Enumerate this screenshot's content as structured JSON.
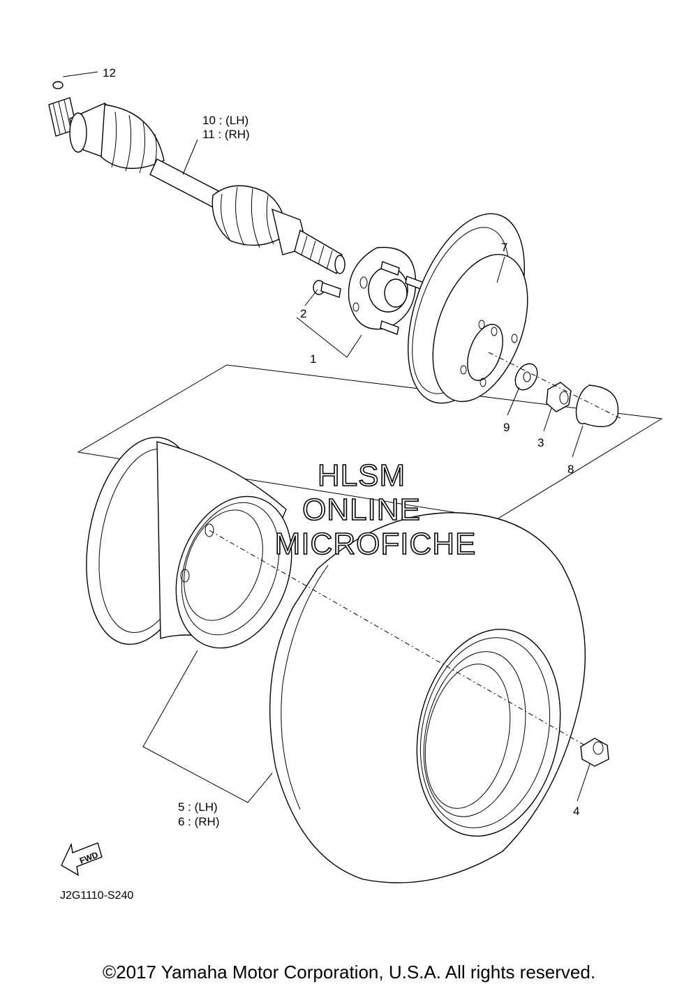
{
  "callouts": {
    "p1": "1",
    "p2": "2",
    "p3": "3",
    "p4": "4",
    "p5": "5 : (LH)",
    "p6": "6 : (RH)",
    "p7": "7",
    "p8": "8",
    "p9": "9",
    "p10": "10 : (LH)",
    "p11": "11 : (RH)",
    "p12": "12"
  },
  "watermark": [
    "HLSM",
    "ONLINE",
    "MICROFICHE"
  ],
  "fwd_label": "FWD",
  "drawing_code": "J2G1110-S240",
  "copyright": "©2017 Yamaha Motor Corporation, U.S.A. All rights reserved."
}
